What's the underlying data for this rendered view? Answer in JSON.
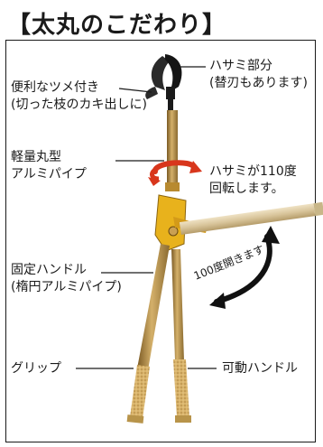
{
  "title": "【太丸のこだわり】",
  "labels": {
    "blade_line1": "ハサミ部分",
    "blade_line2": "(替刃もあります)",
    "hook_line1": "便利なツメ付き",
    "hook_line2": "(切った枝のカキ出しに)",
    "pipe_line1": "軽量丸型",
    "pipe_line2": "アルミパイプ",
    "rotate_line1": "ハサミが110度",
    "rotate_line2": "回転します。",
    "open_angle": "100度開きます",
    "fixed_line1": "固定ハンドル",
    "fixed_line2": "(楕円アルミパイプ)",
    "grip": "グリップ",
    "movable": "可動ハンドル"
  },
  "colors": {
    "pipe_gold": "#c9a55a",
    "pipe_dark": "#7a5a24",
    "joint_yellow": "#e8b21c",
    "rotate_arrow": "#d8361c",
    "grip_tan": "#d9b36a",
    "black": "#1a1a1a"
  }
}
